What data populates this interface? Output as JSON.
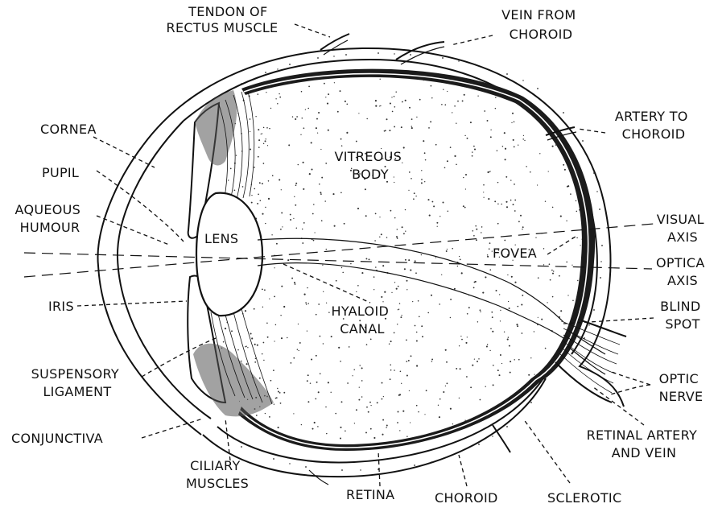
{
  "labels": {
    "tendon": [
      "TENDON OF",
      "RECTUS MUSCLE"
    ],
    "vein": [
      "VEIN FROM",
      "CHOROID"
    ],
    "artery": [
      "ARTERY TO",
      "CHOROID"
    ],
    "cornea": "CORNEA",
    "pupil": "PUPIL",
    "aqueous": [
      "AQUEOUS",
      "HUMOUR"
    ],
    "iris": "IRIS",
    "suspensory": [
      "SUSPENSORY",
      "LIGAMENT"
    ],
    "conjunctiva": "CONJUNCTIVA",
    "ciliary": [
      "CILIARY",
      "MUSCLES"
    ],
    "retina": "RETINA",
    "choroid": "CHOROID",
    "sclerotic": "SCLEROTIC",
    "retinal": [
      "RETINAL ARTERY",
      "AND VEIN"
    ],
    "optic_nerve": [
      "OPTIC",
      "NERVE"
    ],
    "blind_spot": [
      "BLIND",
      "SPOT"
    ],
    "optical_axis": [
      "OPTICA",
      "AXIS"
    ],
    "visual_axis": [
      "VISUAL",
      "AXIS"
    ],
    "fovea": "FOVEA",
    "lens": "LENS",
    "vitreous": [
      "VITREOUS",
      "BODY"
    ],
    "hyaloid": [
      "HYALOID",
      "CANAL"
    ]
  }
}
